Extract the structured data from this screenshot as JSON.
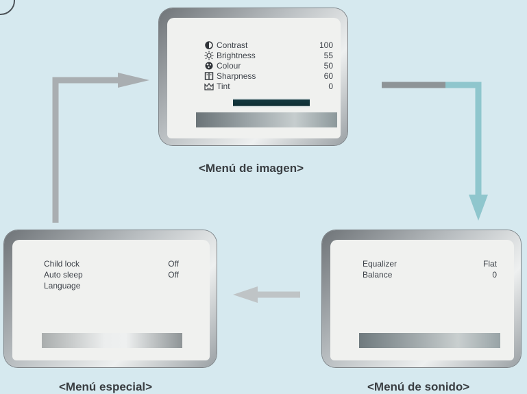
{
  "menus": {
    "imagen": {
      "caption": "<Menú de imagen>",
      "items": [
        {
          "icon": "contrast-icon",
          "label": "Contrast",
          "value": "100"
        },
        {
          "icon": "brightness-icon",
          "label": "Brightness",
          "value": "55"
        },
        {
          "icon": "colour-icon",
          "label": "Colour",
          "value": "50"
        },
        {
          "icon": "sharpness-icon",
          "label": "Sharpness",
          "value": "60"
        },
        {
          "icon": "tint-icon",
          "label": "Tint",
          "value": "0"
        }
      ]
    },
    "especial": {
      "caption": "<Menú especial>",
      "items": [
        {
          "label": "Child lock",
          "value": "Off"
        },
        {
          "label": "Auto sleep",
          "value": "Off"
        },
        {
          "label": "Language",
          "value": ""
        }
      ]
    },
    "sonido": {
      "caption": "<Menú de sonido>",
      "items": [
        {
          "label": "Equalizer",
          "value": "Flat"
        },
        {
          "label": "Balance",
          "value": "0"
        }
      ]
    }
  },
  "colors": {
    "background": "#d6e9ef",
    "arrow_gray": "#a9aeb1",
    "arrow_teal": "#8fc6cd",
    "highlight": "#143940"
  }
}
